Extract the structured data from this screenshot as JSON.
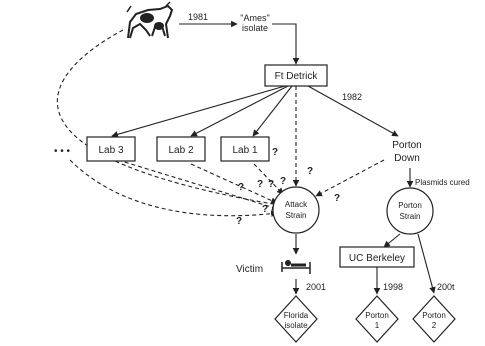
{
  "nodes": {
    "ames_isolate": {
      "line1": "\"Ames\"",
      "line2": "isolate"
    },
    "ft_detrick": "Ft Detrick",
    "lab3": "Lab 3",
    "lab2": "Lab 2",
    "lab1": "Lab 1",
    "ellipsis": "• • •",
    "porton_down": {
      "line1": "Porton",
      "line2": "Down"
    },
    "attack_strain": {
      "line1": "Attack",
      "line2": "Strain"
    },
    "porton_strain": {
      "line1": "Porton",
      "line2": "Strain"
    },
    "uc_berkeley": "UC Berkeley",
    "florida_isolate": {
      "line1": "Florida",
      "line2": "isolate"
    },
    "porton1": {
      "line1": "Porton",
      "line2": "1"
    },
    "porton2": {
      "line1": "Porton",
      "line2": "2"
    }
  },
  "labels": {
    "year_1981": "1981",
    "year_1982": "1982",
    "year_2001": "2001",
    "year_1998": "1998",
    "year_200x": "200t",
    "plasmids_cured": "Plasmids cured",
    "victim": "Victim",
    "question_mark": "?"
  }
}
